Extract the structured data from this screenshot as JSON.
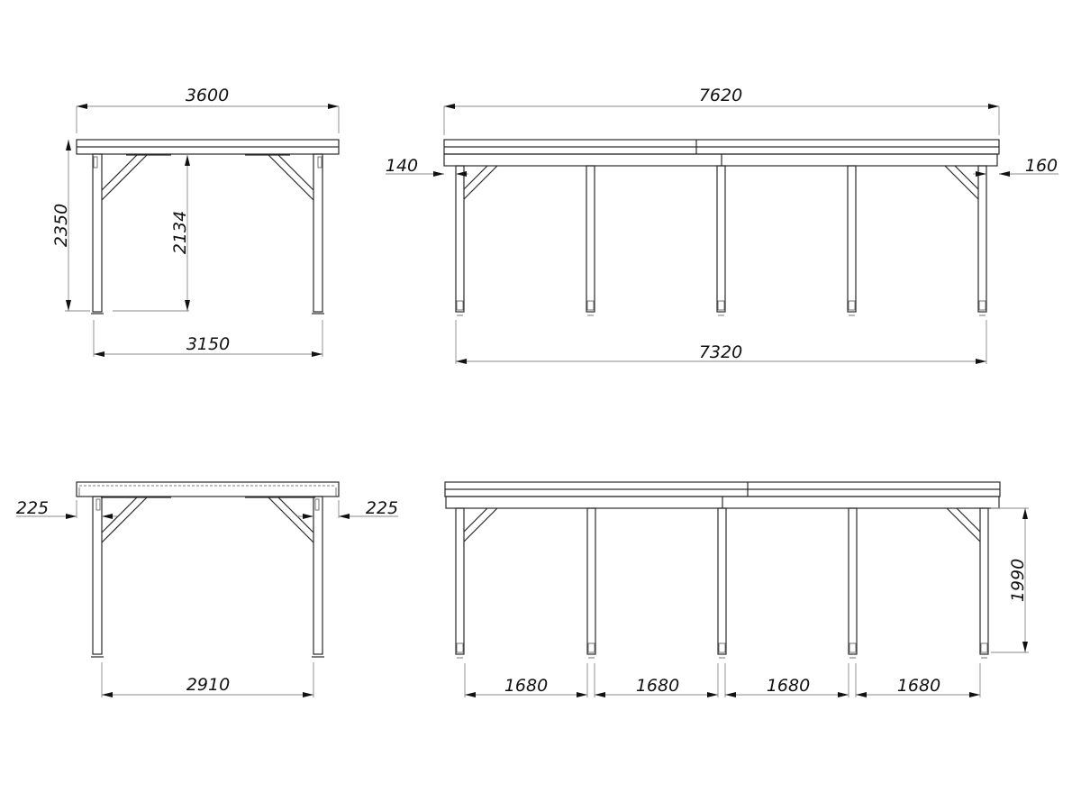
{
  "drawing": {
    "views": [
      {
        "id": "view-top-left-end",
        "dimensions": {
          "overall_width": "3600",
          "overall_height": "2350",
          "clear_height": "2134",
          "leg_span": "3150"
        }
      },
      {
        "id": "view-top-right-side",
        "dimensions": {
          "overall_length": "7620",
          "left_overhang": "140",
          "right_overhang": "160",
          "leg_span": "7320"
        }
      },
      {
        "id": "view-bottom-left-end",
        "dimensions": {
          "left_inset": "225",
          "right_inset": "225",
          "leg_span": "2910"
        }
      },
      {
        "id": "view-bottom-right-side",
        "dimensions": {
          "leg_height": "1990",
          "bay_1": "1680",
          "bay_2": "1680",
          "bay_3": "1680",
          "bay_4": "1680"
        }
      }
    ]
  }
}
